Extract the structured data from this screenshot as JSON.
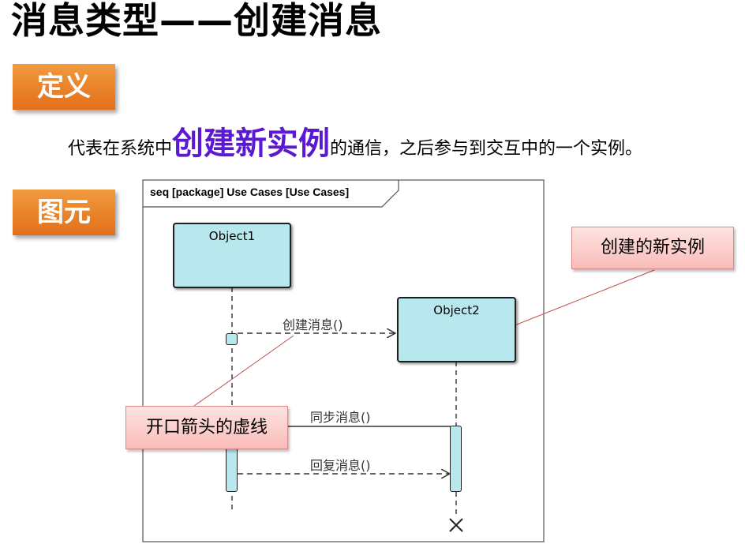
{
  "page": {
    "title": "消息类型——创建消息",
    "section_definition": "定义",
    "description_prefix": "代表在系统中",
    "description_highlight": "创建新实例",
    "description_suffix": "的通信，之后参与到交互中的一个实例。",
    "section_diagram": "图元"
  },
  "diagram": {
    "frame_label": "seq [package] Use Cases [Use Cases]",
    "object1": "Object1",
    "object2": "Object2",
    "msg_create": "创建消息()",
    "msg_sync": "同步消息()",
    "msg_reply": "回复消息()",
    "note_new_instance": "创建的新实例",
    "note_open_arrow": "开口箭头的虚线"
  }
}
